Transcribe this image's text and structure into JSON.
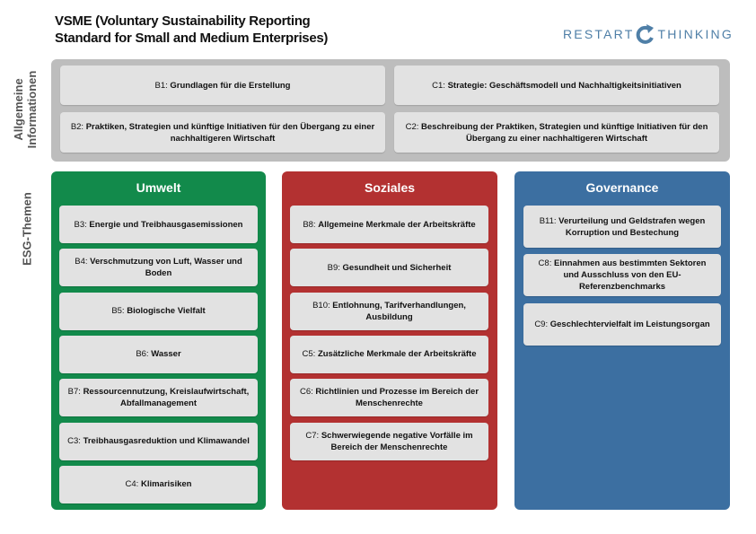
{
  "title_line1": "VSME (Voluntary Sustainability Reporting",
  "title_line2": "Standard for Small and Medium Enterprises)",
  "logo": {
    "left": "RESTART",
    "right": "THINKING",
    "icon": "circular-arrow-icon"
  },
  "side_labels": {
    "general_line1": "Allgemeine",
    "general_line2": "Informationen",
    "esg": "ESG-Themen"
  },
  "general": [
    {
      "code": "B1:",
      "text": "Grundlagen für die Erstellung"
    },
    {
      "code": "C1:",
      "text": "Strategie: Geschäftsmodell und Nachhaltigkeitsinitiativen"
    },
    {
      "code": "B2:",
      "text": "Praktiken, Strategien und künftige Initiativen für den Übergang zu einer nachhaltigeren Wirtschaft"
    },
    {
      "code": "C2:",
      "text": "Beschreibung der Praktiken, Strategien und künftige Initiativen für den Übergang zu einer nachhaltigeren Wirtschaft"
    }
  ],
  "columns": [
    {
      "title": "Umwelt",
      "color": "#128a4b",
      "items": [
        {
          "code": "B3:",
          "text": "Energie und Treibhausgasemissionen"
        },
        {
          "code": "B4:",
          "text": "Verschmutzung von Luft, Wasser und Boden"
        },
        {
          "code": "B5:",
          "text": "Biologische Vielfalt"
        },
        {
          "code": "B6:",
          "text": "Wasser"
        },
        {
          "code": "B7:",
          "text": "Ressourcennutzung, Kreislaufwirtschaft, Abfallmanagement"
        },
        {
          "code": "C3:",
          "text": "Treibhausgasreduktion und Klimawandel"
        },
        {
          "code": "C4:",
          "text": "Klimarisiken"
        }
      ]
    },
    {
      "title": "Soziales",
      "color": "#b33131",
      "items": [
        {
          "code": "B8:",
          "text": "Allgemeine Merkmale der Arbeitskräfte"
        },
        {
          "code": "B9:",
          "text": "Gesundheit und Sicherheit"
        },
        {
          "code": "B10:",
          "text": "Entlohnung, Tarifverhandlungen, Ausbildung"
        },
        {
          "code": "C5:",
          "text": "Zusätzliche Merkmale der Arbeitskräfte"
        },
        {
          "code": "C6:",
          "text": "Richtlinien und Prozesse im Bereich der Menschenrechte"
        },
        {
          "code": "C7:",
          "text": "Schwerwiegende negative Vorfälle im Bereich der Menschenrechte"
        }
      ]
    },
    {
      "title": "Governance",
      "color": "#3c6fa1",
      "items": [
        {
          "code": "B11:",
          "text": "Verurteilung und Geldstrafen wegen Korruption und Bestechung"
        },
        {
          "code": "C8:",
          "text": "Einnahmen aus bestimmten Sektoren und Ausschluss von den EU-Referenzbenchmarks"
        },
        {
          "code": "C9:",
          "text": "Geschlechtervielfalt im Leistungsorgan"
        }
      ]
    }
  ]
}
